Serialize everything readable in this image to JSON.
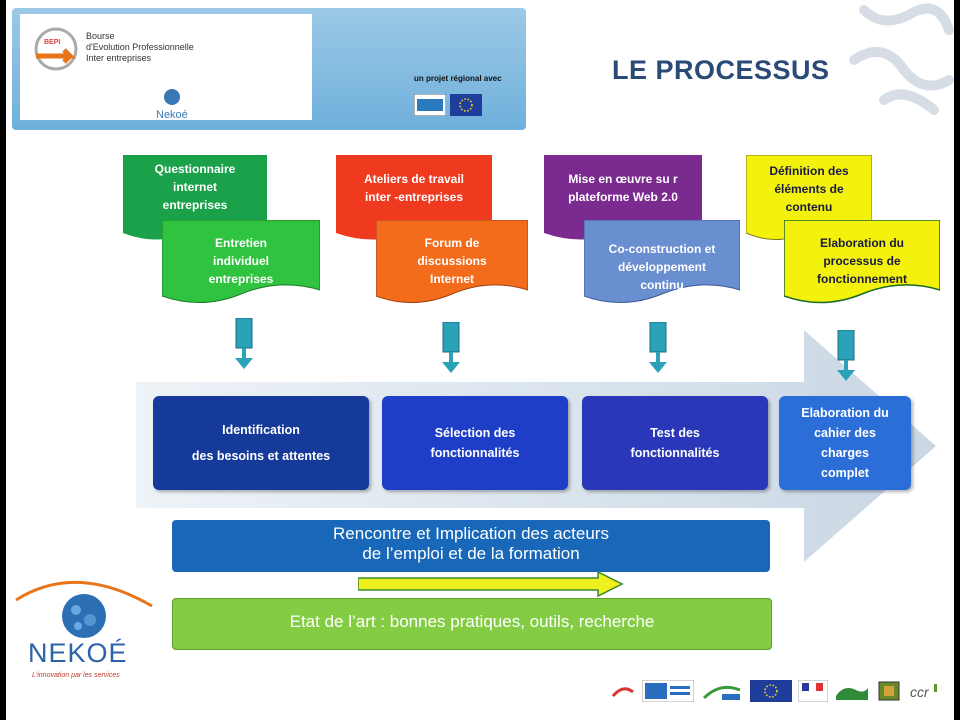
{
  "header": {
    "bepi_badge": "BEPI",
    "bepi_lines": [
      "Bourse",
      "d'Evolution Professionnelle",
      "Inter entreprises"
    ],
    "nekoe_small": "Nekoé",
    "projet": "un projet régional avec"
  },
  "title": "LE PROCESSUS",
  "columns": [
    {
      "top": [
        "Questionnaire",
        "internet",
        "entreprises"
      ],
      "bottom": [
        "Entretien",
        "individuel",
        "entreprises"
      ],
      "top_color": "#1aa14a",
      "bottom_color": "#2fc33f"
    },
    {
      "top": [
        "Ateliers de travail",
        "inter -entreprises"
      ],
      "bottom": [
        "Forum de",
        "discussions",
        "Internet"
      ],
      "top_color": "#ef3a1f",
      "bottom_color": "#f26c1b"
    },
    {
      "top": [
        "Mise en œuvre su r",
        "plateforme Web  2.0"
      ],
      "bottom": [
        "Co-construction et",
        "développement",
        "continu"
      ],
      "top_color": "#7b2a90",
      "bottom_color": "#6a8fd0"
    },
    {
      "top": [
        "Définition des",
        "éléments de",
        "contenu"
      ],
      "bottom": [
        "Elaboration du",
        "processus de",
        "fonctionnement"
      ],
      "top_color": "#f4f20c",
      "bottom_color": "#f4f20c"
    }
  ],
  "steps": [
    {
      "lines": [
        "Identification",
        "des besoins et attentes"
      ],
      "color": "#163a9a"
    },
    {
      "lines": [
        "Sélection  des",
        "fonctionnalités"
      ],
      "color": "#1e3ec8"
    },
    {
      "lines": [
        "Test  des",
        "fonctionnalités"
      ],
      "color": "#2a37b8"
    },
    {
      "lines": [
        "Elaboration du",
        "cahier des",
        "charges",
        "complet"
      ],
      "color": "#2c6ed8"
    }
  ],
  "bars": {
    "blue": [
      "Rencontre et Implication des acteurs",
      "de l’emploi et de la formation"
    ],
    "green": "Etat de l’art : bonnes pratiques, outils, recherche"
  },
  "footer": {
    "nekoe": "NEKOÉ",
    "tagline": "L'innovation par les services",
    "logos": [
      "eu-logo",
      "region-centre-logo",
      "europe-logo",
      "eu-flag-logo",
      "republique-logo",
      "map-logo",
      "green-logo",
      "ccr-logo"
    ]
  }
}
